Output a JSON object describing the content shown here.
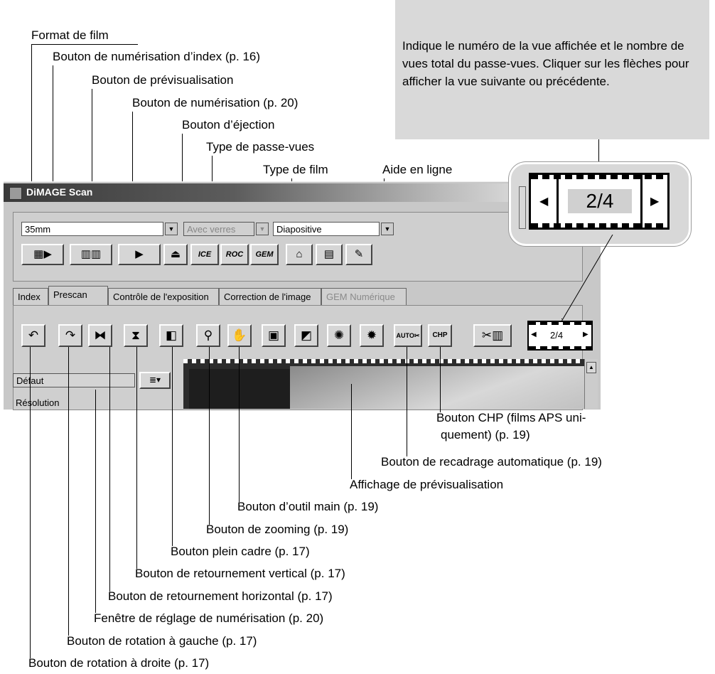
{
  "callout": {
    "text": "Indique le numéro de la vue affichée et le nombre de vues total du passe-vues. Cliquer sur les flèches pour afficher la vue suivante ou précédente."
  },
  "labels": {
    "format_film": "Format de film",
    "index_scan": "Bouton de numérisation d’index (p. 16)",
    "preview_btn": "Bouton de prévisualisation",
    "scan_btn": "Bouton de numérisation (p. 20)",
    "eject_btn": "Bouton d’éjection",
    "holder_type": "Type de passe-vues",
    "film_type": "Type de film",
    "online_help": "Aide en ligne",
    "chp_btn_line1": "Bouton CHP (films APS uni-",
    "chp_btn_line2": "quement) (p. 19)",
    "auto_crop": "Bouton de recadrage automatique (p. 19)",
    "preview_display": "Affichage de prévisualisation",
    "hand_tool": "Bouton d’outil main (p. 19)",
    "zoom": "Bouton de zooming (p. 19)",
    "full_frame": "Bouton plein cadre (p. 17)",
    "flip_vertical": "Bouton de retournement vertical (p. 17)",
    "flip_horizontal": "Bouton de retournement horizontal (p. 17)",
    "scan_settings": "Fenêtre de réglage de numérisation (p. 20)",
    "rotate_left": "Bouton de rotation à gauche (p. 17)",
    "rotate_right": "Bouton de rotation à droite (p. 17)"
  },
  "window": {
    "title": "DiMAGE Scan",
    "film_format_value": "35mm",
    "holder_value": "Avec verres",
    "film_type_value": "Diapositive",
    "frame_counter": "2/4",
    "settings_value": "Défaut",
    "settings_second": "Résolution",
    "tabs": [
      "Index",
      "Prescan",
      "Contrôle de l'exposition",
      "Correction de l'image",
      "GEM Numérique"
    ],
    "tool_buttons": [
      "ICE",
      "ROC",
      "GEM"
    ],
    "auto_label": "AUTO",
    "chp_label": "CHP"
  },
  "colors": {
    "callout_bg": "#d9d9d9",
    "window_bg": "#c8c8c8",
    "title_dark": "#3a3a3a"
  }
}
